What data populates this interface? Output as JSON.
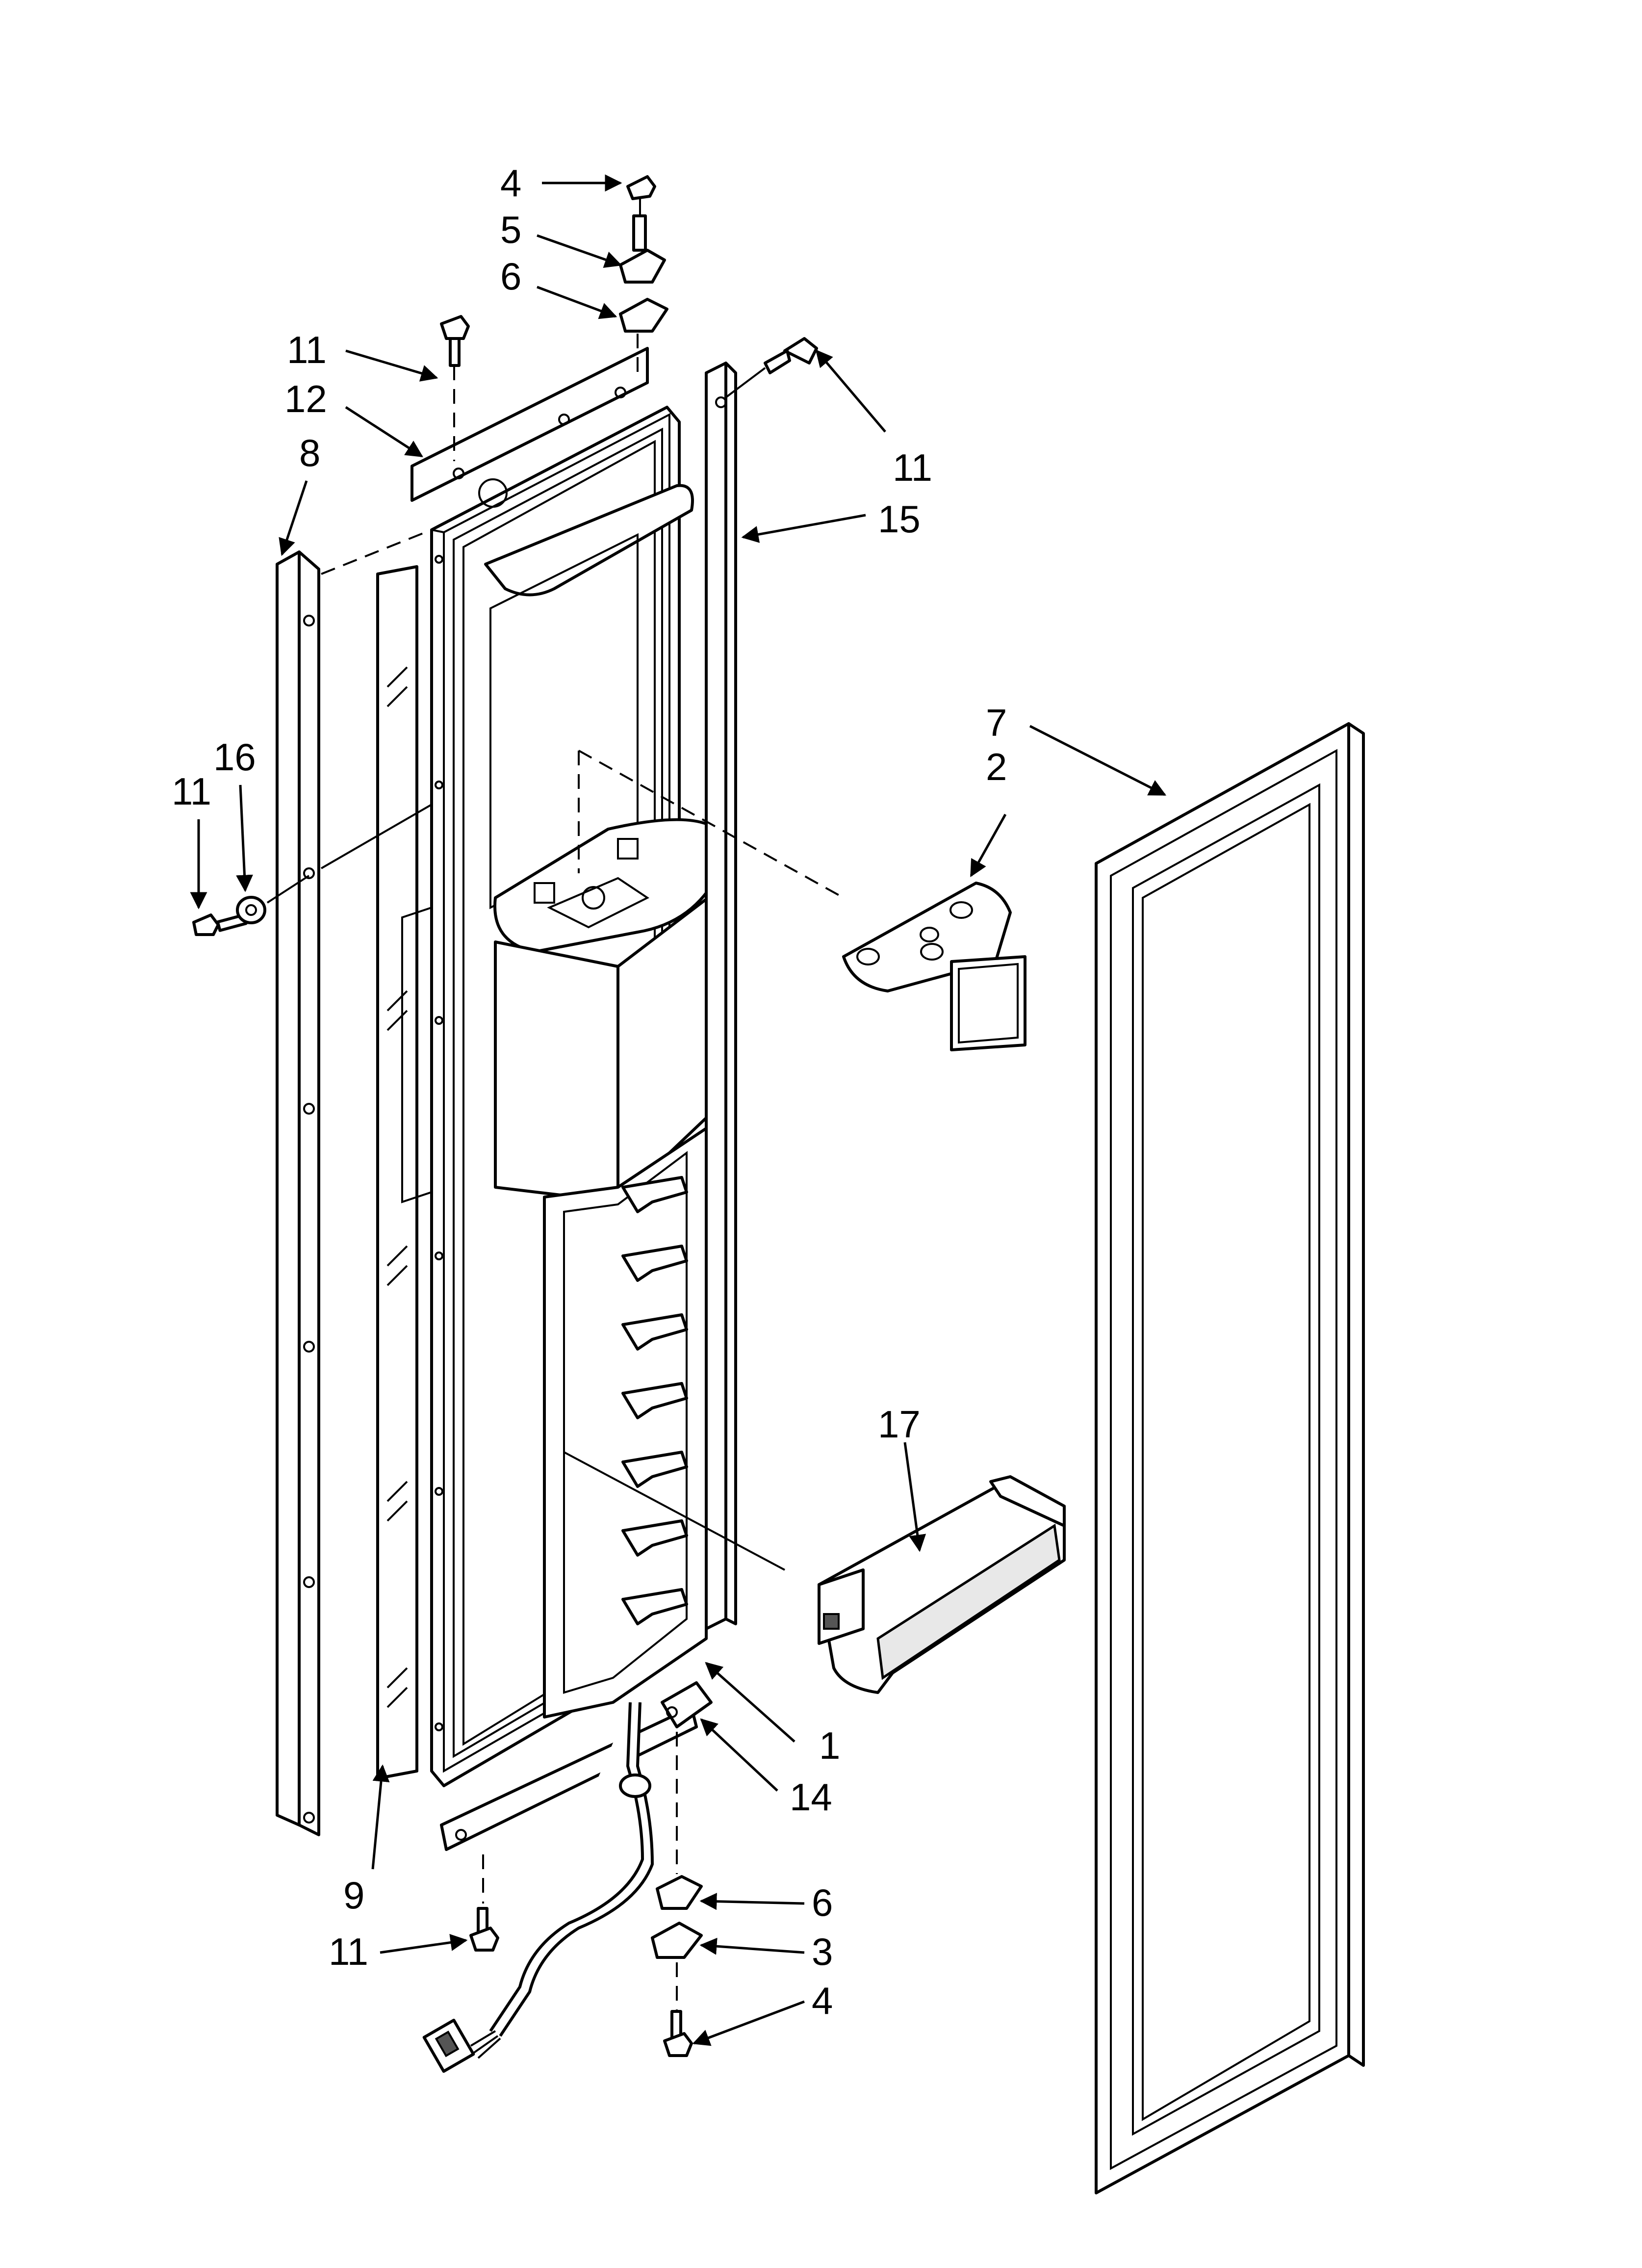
{
  "diagram": {
    "callouts": [
      "4",
      "5",
      "6",
      "11",
      "12",
      "8",
      "11",
      "15",
      "7",
      "2",
      "16",
      "11",
      "17",
      "1",
      "14",
      "9",
      "6",
      "11",
      "3",
      "4"
    ]
  }
}
